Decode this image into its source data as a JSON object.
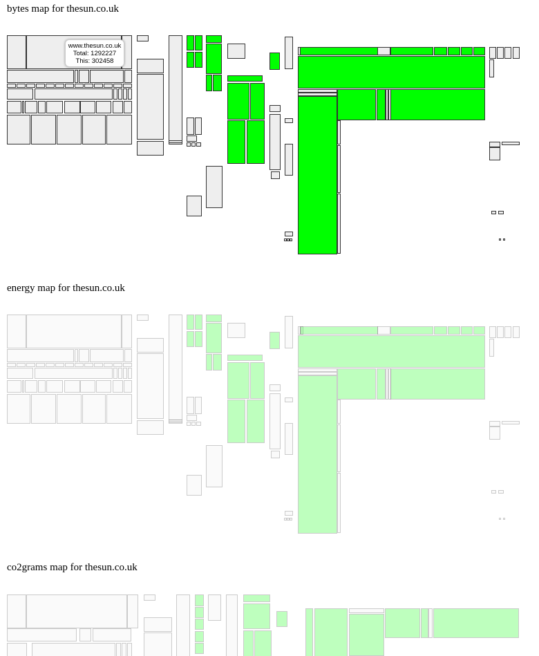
{
  "maps": [
    {
      "label": "bytes map for thesun.co.uk",
      "kind": "bytes"
    },
    {
      "label": "energy map for thesun.co.uk",
      "kind": "energy"
    },
    {
      "label": "co2grams map for thesun.co.uk",
      "kind": "co2grams"
    }
  ],
  "tooltip": {
    "host": "www.thesun.co.uk",
    "total": "Total: 1292227",
    "this": "This: 302458"
  },
  "colors": {
    "highlight": "#00ff00",
    "neutral_fill": "#eeeeee",
    "stroke": "#333333"
  }
}
